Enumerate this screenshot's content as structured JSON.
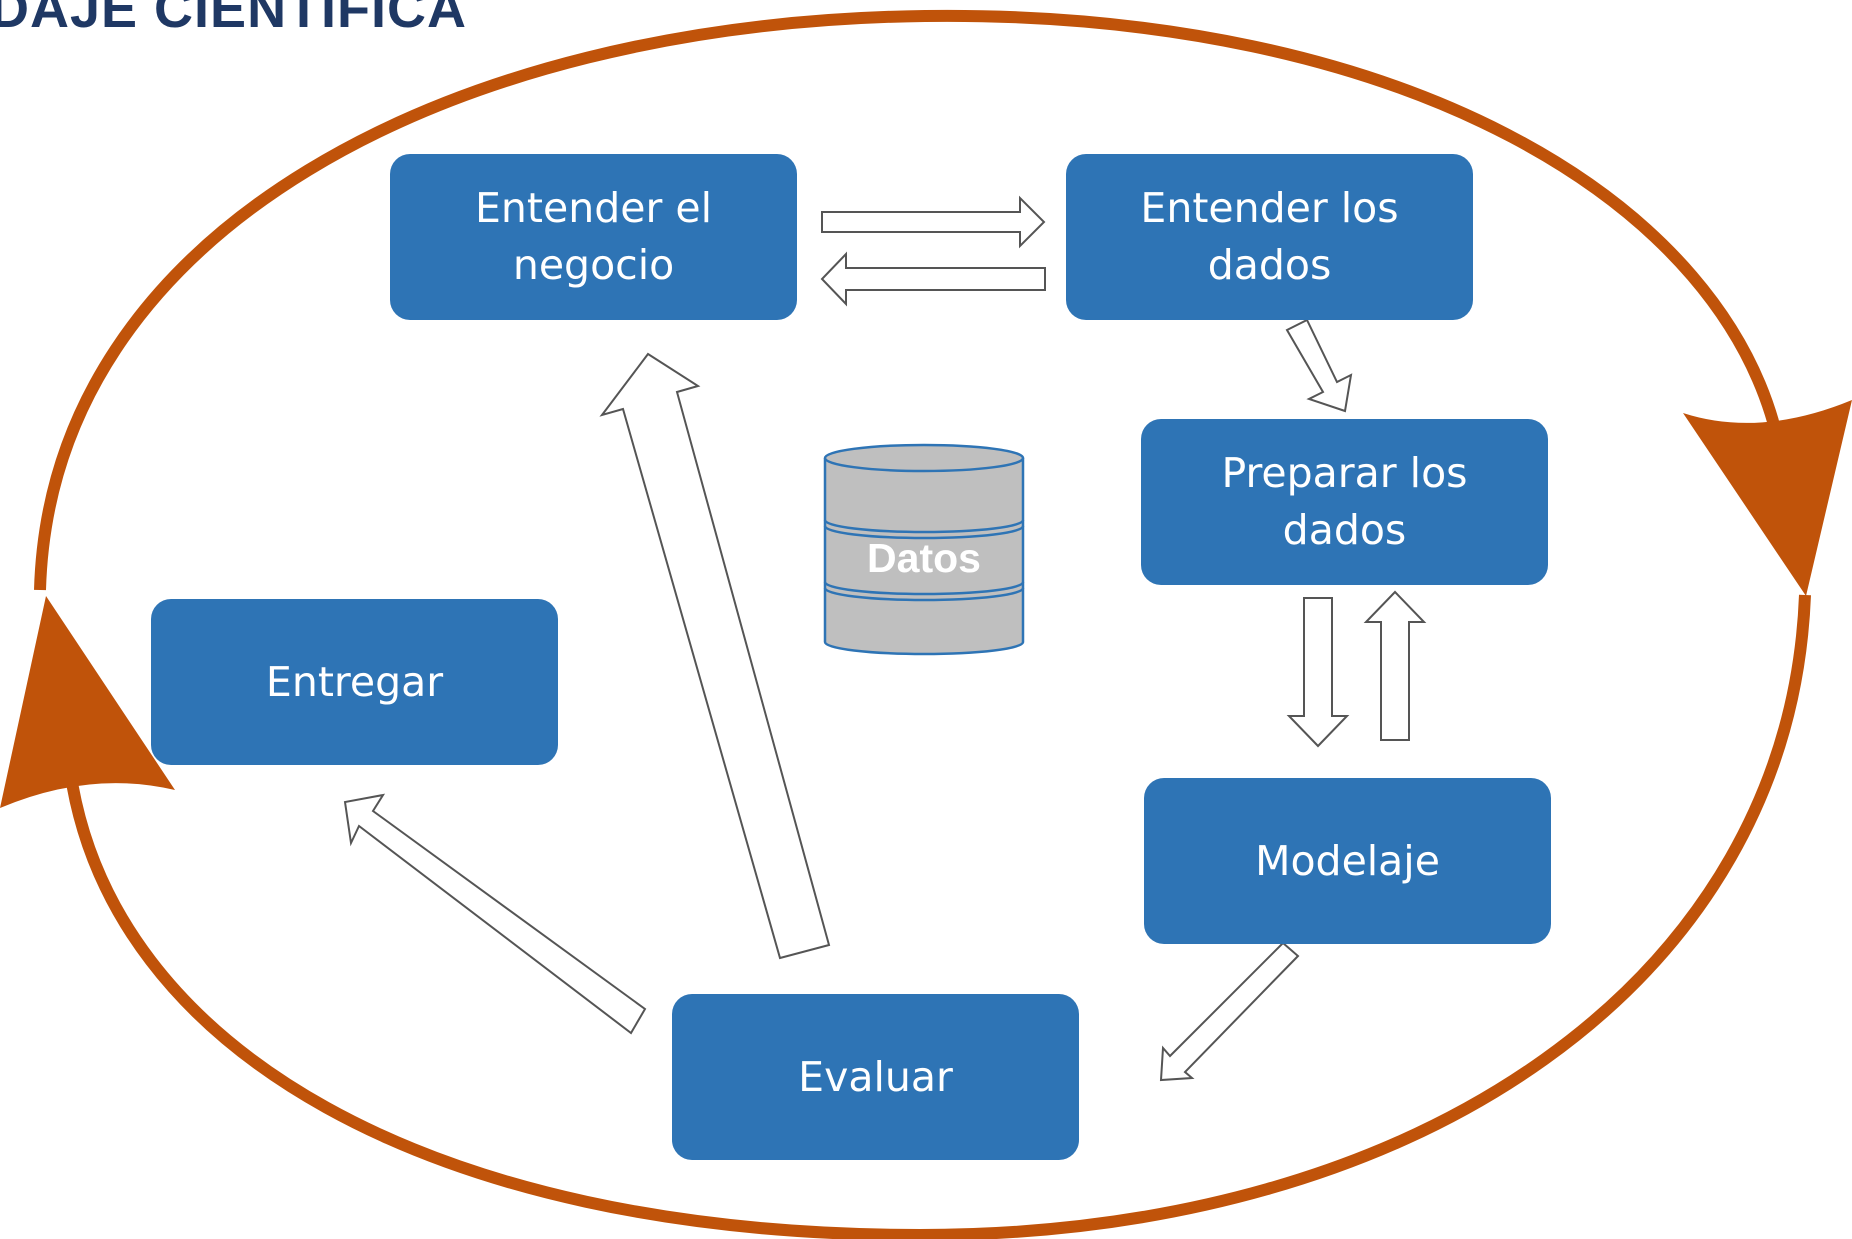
{
  "title": "DAJE CIENTIFICA",
  "colors": {
    "cycle": "#c0530a",
    "node": "#2e74b5",
    "node_text": "#ffffff",
    "title": "#1f3864",
    "database": "#bfbfbf"
  },
  "nodes": [
    {
      "id": "understand-business",
      "lines": [
        "Entender el",
        "negocio"
      ]
    },
    {
      "id": "understand-data",
      "lines": [
        "Entender los",
        "dados"
      ]
    },
    {
      "id": "prepare-data",
      "lines": [
        "Preparar los",
        "dados"
      ]
    },
    {
      "id": "modeling",
      "lines": [
        "Modelaje"
      ]
    },
    {
      "id": "evaluate",
      "lines": [
        "Evaluar"
      ]
    },
    {
      "id": "deliver",
      "lines": [
        "Entregar"
      ]
    }
  ],
  "database": {
    "label": "Datos"
  },
  "edges": [
    {
      "from": "understand-business",
      "to": "understand-data"
    },
    {
      "from": "understand-data",
      "to": "understand-business"
    },
    {
      "from": "understand-data",
      "to": "prepare-data"
    },
    {
      "from": "prepare-data",
      "to": "modeling"
    },
    {
      "from": "modeling",
      "to": "prepare-data"
    },
    {
      "from": "modeling",
      "to": "evaluate"
    },
    {
      "from": "evaluate",
      "to": "understand-business"
    },
    {
      "from": "evaluate",
      "to": "deliver"
    }
  ]
}
